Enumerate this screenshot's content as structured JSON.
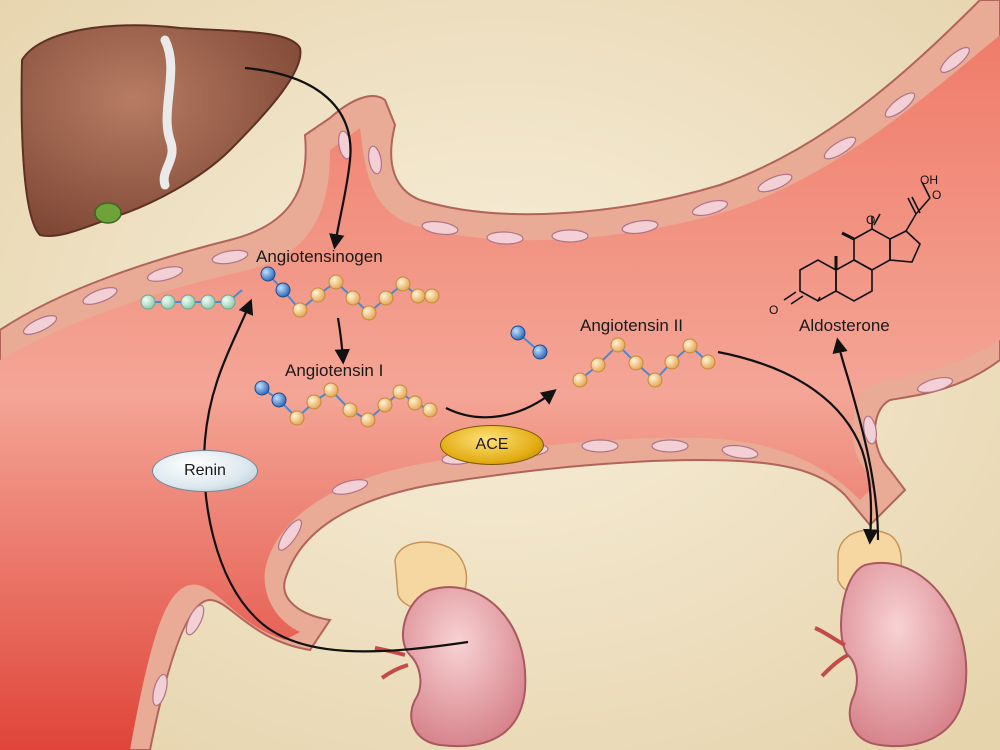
{
  "labels": {
    "angiotensinogen": "Angiotensinogen",
    "angiotensin_1": "Angiotensin I",
    "angiotensin_2": "Angiotensin II",
    "aldosterone": "Aldosterone",
    "renin": "Renin",
    "ace": "ACE"
  },
  "steroid_atoms": {
    "oh": "OH",
    "o_side": "O",
    "o_ketone": "O",
    "o_ring": "O"
  },
  "colors": {
    "background": "#f1e5c8",
    "vessel_lumen": "#e0453a",
    "vessel_wall": "#e9aa96",
    "liver": "#9a5e48",
    "kidney": "#e8a8ae",
    "adrenal": "#f6d7a2",
    "amino_acid": "#f2c27c",
    "cleaved_peptide": "#b4e0cc",
    "n_terminal": "#4a88d3",
    "renin": "#dbe7ee",
    "ace": "#e2ab12",
    "arrow": "#111111"
  }
}
